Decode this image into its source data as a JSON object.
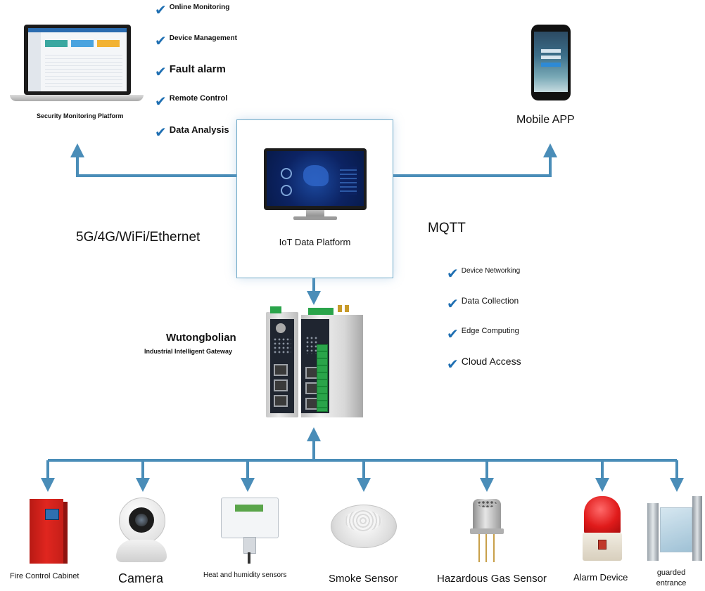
{
  "features_left": [
    {
      "label": "Online Monitoring",
      "size": 10
    },
    {
      "label": "Device Management",
      "size": 10
    },
    {
      "label": "Fault alarm",
      "size": 15
    },
    {
      "label": "Remote Control",
      "size": 11
    },
    {
      "label": "Data Analysis",
      "size": 13
    }
  ],
  "features_right": [
    {
      "label": "Device Networking",
      "size": 10
    },
    {
      "label": "Data Collection",
      "size": 12
    },
    {
      "label": "Edge Computing",
      "size": 11
    },
    {
      "label": "Cloud Access",
      "size": 14
    }
  ],
  "security_platform_label": "Security Monitoring Platform",
  "mobile_app_label": "Mobile APP",
  "connectivity_label": "5G/4G/WiFi/Ethernet",
  "protocol_label": "MQTT",
  "iot_platform_label": "IoT Data Platform",
  "gateway": {
    "name": "Wutongbolian",
    "subtitle": "Industrial Intelligent Gateway"
  },
  "devices": [
    {
      "label": "Fire Control Cabinet",
      "icon": "fire-control-cabinet-icon"
    },
    {
      "label": "Camera",
      "icon": "camera-icon"
    },
    {
      "label": "Heat and humidity sensors",
      "icon": "humidity-sensor-icon"
    },
    {
      "label": "Smoke Sensor",
      "icon": "smoke-sensor-icon"
    },
    {
      "label": "Hazardous Gas Sensor",
      "icon": "gas-sensor-icon"
    },
    {
      "label": "Alarm Device",
      "icon": "alarm-light-icon"
    },
    {
      "label": "guarded entrance",
      "icon": "gate-icon"
    }
  ],
  "colors": {
    "line": "#4a8db8",
    "check": "#1f6fb2",
    "fire_cabinet": "#d8261f",
    "alarm_red": "#e01b1b"
  }
}
